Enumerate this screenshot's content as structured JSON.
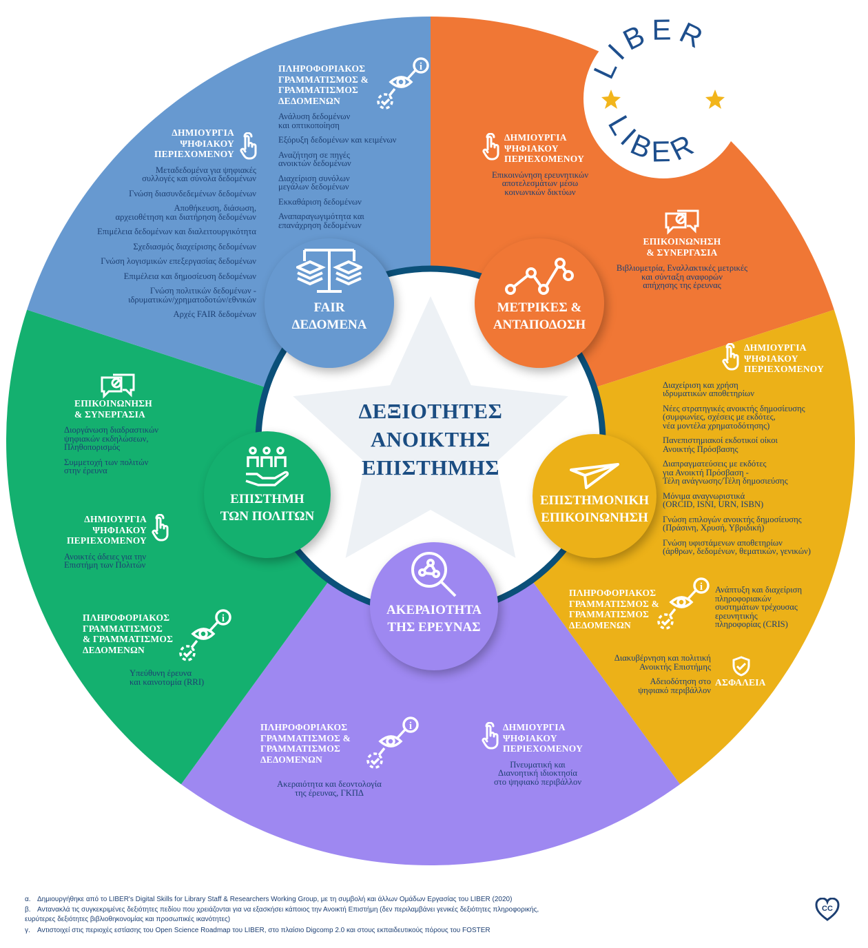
{
  "colors": {
    "blue": "#6799d0",
    "orange": "#f07735",
    "yellow": "#ecb118",
    "purple": "#9e88f1",
    "green": "#14b06f",
    "ring": "#0b5079",
    "text": "#1d3f72",
    "star": "#edf1f5",
    "logo": "#1e4f8d",
    "logo_star": "#f2b51b"
  },
  "center_title": "ΔΕΞΙΟΤΗΤΕΣ\nΑΝΟΙΚΤΗΣ\nΕΠΙΣΤΗΜΗΣ",
  "logo": {
    "top": "LIBER",
    "bottom": "LIBER"
  },
  "areas": [
    {
      "id": "fair",
      "label": "FAIR\nΔΕΔΟΜΕΝΑ",
      "icon": "scales-icon"
    },
    {
      "id": "metrics",
      "label": "ΜΕΤΡΙΚΕΣ &\nΑΝΤΑΠΟΔΟΣΗ",
      "icon": "line-graph-icon"
    },
    {
      "id": "scicomm",
      "label": "ΕΠΙΣΤΗΜΟΝΙΚΗ\nΕΠΙΚΟΙΝΩΝΗΣΗ",
      "icon": "paper-plane-icon"
    },
    {
      "id": "integrity",
      "label": "ΑΚΕΡΑΙΟΤΗΤΑ\nΤΗΣ ΕΡΕΥΝΑΣ",
      "icon": "magnifier-network-icon"
    },
    {
      "id": "citizen",
      "label": "ΕΠΙΣΤΗΜΗ\nΤΩΝ ΠΟΛΙΤΩΝ",
      "icon": "people-hand-icon"
    }
  ],
  "blocks": [
    {
      "id": "blue-info",
      "icon": "info-eye-icon",
      "heading": "ΠΛΗΡΟΦΟΡΙΑΚΟΣ\nΓΡΑΜΜΑΤΙΣΜΟΣ &\nΓΡΑΜΜΑΤΙΣΜΟΣ\nΔΕΔΟΜΕΝΩΝ",
      "items": [
        "Ανάλυση δεδομένων\nκαι οπτικοποίηση",
        "Εξόρυξη δεδομένων και κειμένων",
        "Αναζήτηση σε πηγές\nανοικτών δεδομένων",
        "Διαχείριση συνόλων\nμεγάλων δεδομένων",
        "Εκκαθάριση δεδομένων",
        "Αναπαραγωγιμότητα και\nεπανάχρηση δεδομένων"
      ]
    },
    {
      "id": "blue-digital",
      "icon": "hand-pointer-icon",
      "heading": "ΔΗΜΙΟΥΡΓΙΑ\nΨΗΦΙΑΚΟΥ\nΠΕΡΙΕΧΟΜΕΝΟΥ",
      "items": [
        "Μεταδεδομένα για ψηφιακές\nσυλλογές και σύνολα δεδομένων",
        "Γνώση διασυνδεδεμένων δεδομένων",
        "Αποθήκευση, διάσωση,\nαρχειοθέτηση και διατήρηση δεδομένων",
        "Επιμέλεια δεδομένων και διαλειτουργικότητα",
        "Σχεδιασμός διαχείρισης δεδομένων",
        "Γνώση λογισμικών επεξεργασίας δεδομένων",
        "Επιμέλεια και δημοσίευση δεδομένων",
        "Γνώση πολιτικών δεδομένων -\nιδρυματικών/χρηματοδοτών/εθνικών",
        "Αρχές FAIR δεδομένων"
      ]
    },
    {
      "id": "orange-digital",
      "icon": "hand-pointer-icon",
      "heading": "ΔΗΜΙΟΥΡΓΙΑ\nΨΗΦΙΑΚΟΥ\nΠΕΡΙΕΧΟΜΕΝΟΥ",
      "items": [
        "Επικοινώνηση ερευνητικών\nαποτελεσμάτων μέσω\nκοινωνικών δικτύων"
      ]
    },
    {
      "id": "orange-comm",
      "icon": "chat-bubbles-icon",
      "heading": "ΕΠΙΚΟΙΝΩΝΗΣΗ\n& ΣΥΝΕΡΓΑΣΙΑ",
      "items": [
        "Βιβλιομετρία, Εναλλακτικές μετρικές\nκαι σύνταξη αναφορών\nαπήχησης της έρευνας"
      ]
    },
    {
      "id": "yellow-digital",
      "icon": "hand-pointer-icon",
      "heading": "ΔΗΜΙΟΥΡΓΙΑ\nΨΗΦΙΑΚΟΥ\nΠΕΡΙΕΧΟΜΕΝΟΥ",
      "items": [
        "Διαχείριση και χρήση\nιδρυματικών αποθετηρίων",
        "Νέες στρατηγικές ανοικτής δημοσίευσης\n(συμφωνίες, σχέσεις με εκδότες,\nνέα μοντέλα χρηματοδότησης)",
        "Πανεπιστημιακοί εκδοτικοί οίκοι\nΑνοικτής Πρόσβασης",
        "Διαπραγματεύσεις με εκδότες\nγια Ανοικτή Πρόσβαση -\nΤέλη ανάγνωσης/Τέλη δημοσιεύσης",
        "Μόνιμα αναγνωριστικά\n(ORCID, ISNI, URN, ISBN)",
        "Γνώση επιλογών ανοικτής δημοσίευσης\n(Πράσινη, Χρυσή, Υβριδική)",
        "Γνώση υφιστάμενων αποθετηρίων\n(άρθρων, δεδομένων, θεματικών, γενικών)"
      ]
    },
    {
      "id": "yellow-info",
      "icon": "info-eye-icon",
      "heading": "ΠΛΗΡΟΦΟΡΙΑΚΟΣ\nΓΡΑΜΜΑΤΙΣΜΟΣ &\nΓΡΑΜΜΑΤΙΣΜΟΣ\nΔΕΔΟΜΕΝΩΝ",
      "items": [
        "Ανάπτυξη και διαχείριση\nπληροφοριακών\nσυστημάτων τρέχουσας\nερευνητικής\nπληροφορίας (CRIS)"
      ]
    },
    {
      "id": "yellow-safety",
      "icon": "shield-check-icon",
      "heading": "ΑΣΦΑΛΕΙΑ",
      "items": [
        "Διακυβέρνηση και πολιτική\nΑνοικτής Επιστήμης",
        "Αδειοδότηση στο\nψηφιακό περιβάλλον"
      ]
    },
    {
      "id": "purple-info",
      "icon": "info-eye-icon",
      "heading": "ΠΛΗΡΟΦΟΡΙΑΚΟΣ\nΓΡΑΜΜΑΤΙΣΜΟΣ &\nΓΡΑΜΜΑΤΙΣΜΟΣ\nΔΕΔΟΜΕΝΩΝ",
      "items": [
        "Ακεραιότητα και δεοντολογία\nτης έρευνας, ΓΚΠΔ"
      ]
    },
    {
      "id": "purple-digital",
      "icon": "hand-pointer-icon",
      "heading": "ΔΗΜΙΟΥΡΓΙΑ\nΨΗΦΙΑΚΟΥ\nΠΕΡΙΕΧΟΜΕΝΟΥ",
      "items": [
        "Πνευματική και\nΔιανοητική ιδιοκτησία\nστο ψηφιακό περιβάλλον"
      ]
    },
    {
      "id": "green-comm",
      "icon": "chat-bubbles-icon",
      "heading": "ΕΠΙΚΟΙΝΩΝΗΣΗ\n& ΣΥΝΕΡΓΑΣΙΑ",
      "items": [
        "Διοργάνωση διαδραστικών\nψηφιακών εκδηλώσεων,\nΠληθοπορισμός",
        "Συμμετοχή των πολιτών\nστην έρευνα"
      ]
    },
    {
      "id": "green-digital",
      "icon": "hand-pointer-icon",
      "heading": "ΔΗΜΙΟΥΡΓΙΑ\nΨΗΦΙΑΚΟΥ\nΠΕΡΙΕΧΟΜΕΝΟΥ",
      "items": [
        "Ανοικτές άδειες για την\nΕπιστήμη των Πολιτών"
      ]
    },
    {
      "id": "green-info",
      "icon": "info-eye-icon",
      "heading": "ΠΛΗΡΟΦΟΡΙΑΚΟΣ\nΓΡΑΜΜΑΤΙΣΜΟΣ\n& ΓΡΑΜΜΑΤΙΣΜΟΣ\nΔΕΔΟΜΕΝΩΝ",
      "items": [
        "Υπεύθυνη έρευνα\nκαι καινοτομία (RRI)"
      ]
    }
  ],
  "footnotes": [
    {
      "marker": "α.",
      "text": "Δημιουργήθηκε από το LIBER's Digital Skills for Library Staff & Researchers Working Group, με τη συμβολή και άλλων Ομάδων Εργασίας του LIBER (2020)"
    },
    {
      "marker": "β.",
      "text": "Αντανακλά τις συγκεκριμένες δεξιότητες πεδίου που χρειάζονται για να εξασκήσει κάποιος την Ανοικτή Επιστήμη (δεν περιλαμβάνει γενικές δεξιότητες πληροφορικής,\nευρύτερες δεξιότητες βιβλιοθηκονομίας και προσωπικές ικανότητες)"
    },
    {
      "marker": "γ.",
      "text": "Αντιστοιχεί στις περιοχές εστίασης του Open Science Roadmap του LIBER, στο πλαίσιο Digcomp 2.0 και στους εκπαιδευτικούς πόρους του FOSTER"
    }
  ],
  "license": "CC"
}
